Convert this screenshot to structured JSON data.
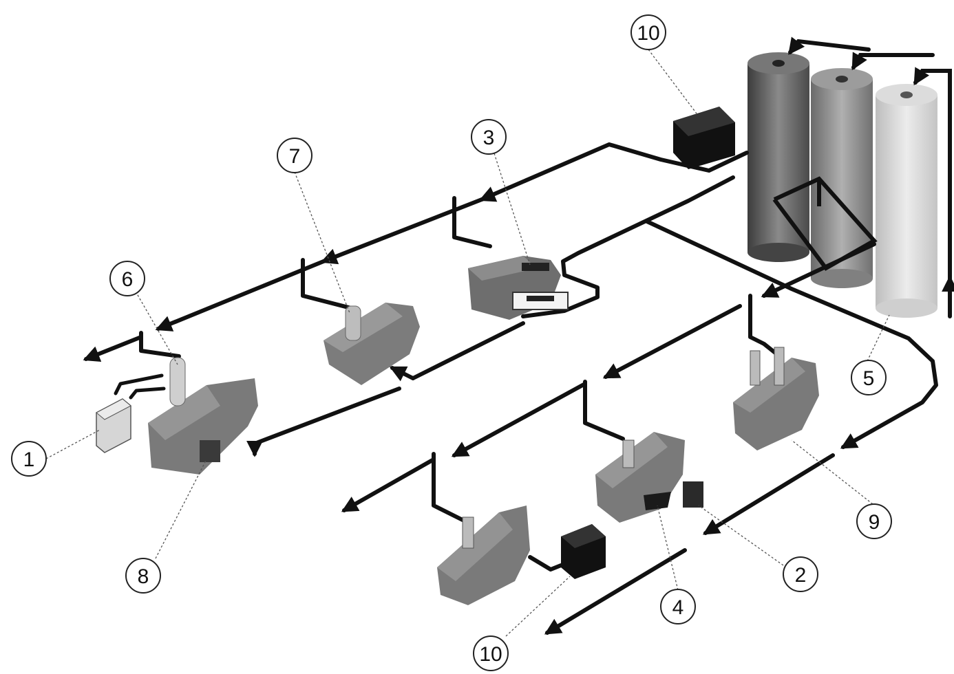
{
  "callouts": [
    {
      "id": "c1",
      "label": "1"
    },
    {
      "id": "c2",
      "label": "2"
    },
    {
      "id": "c3",
      "label": "3"
    },
    {
      "id": "c4",
      "label": "4"
    },
    {
      "id": "c5",
      "label": "5"
    },
    {
      "id": "c6",
      "label": "6"
    },
    {
      "id": "c7",
      "label": "7"
    },
    {
      "id": "c8",
      "label": "8"
    },
    {
      "id": "c9",
      "label": "9"
    },
    {
      "id": "c10a",
      "label": "10"
    },
    {
      "id": "c10b",
      "label": "10"
    }
  ],
  "colors": {
    "pipe": "#111111",
    "engine": "#7a7a7a",
    "engine_dark": "#4a4a4a",
    "tank_dark": "#5a5a5a",
    "tank_mid": "#8a8a8a",
    "tank_light": "#cfcfcf",
    "box": "#1a1a1a",
    "leader": "#555555"
  }
}
